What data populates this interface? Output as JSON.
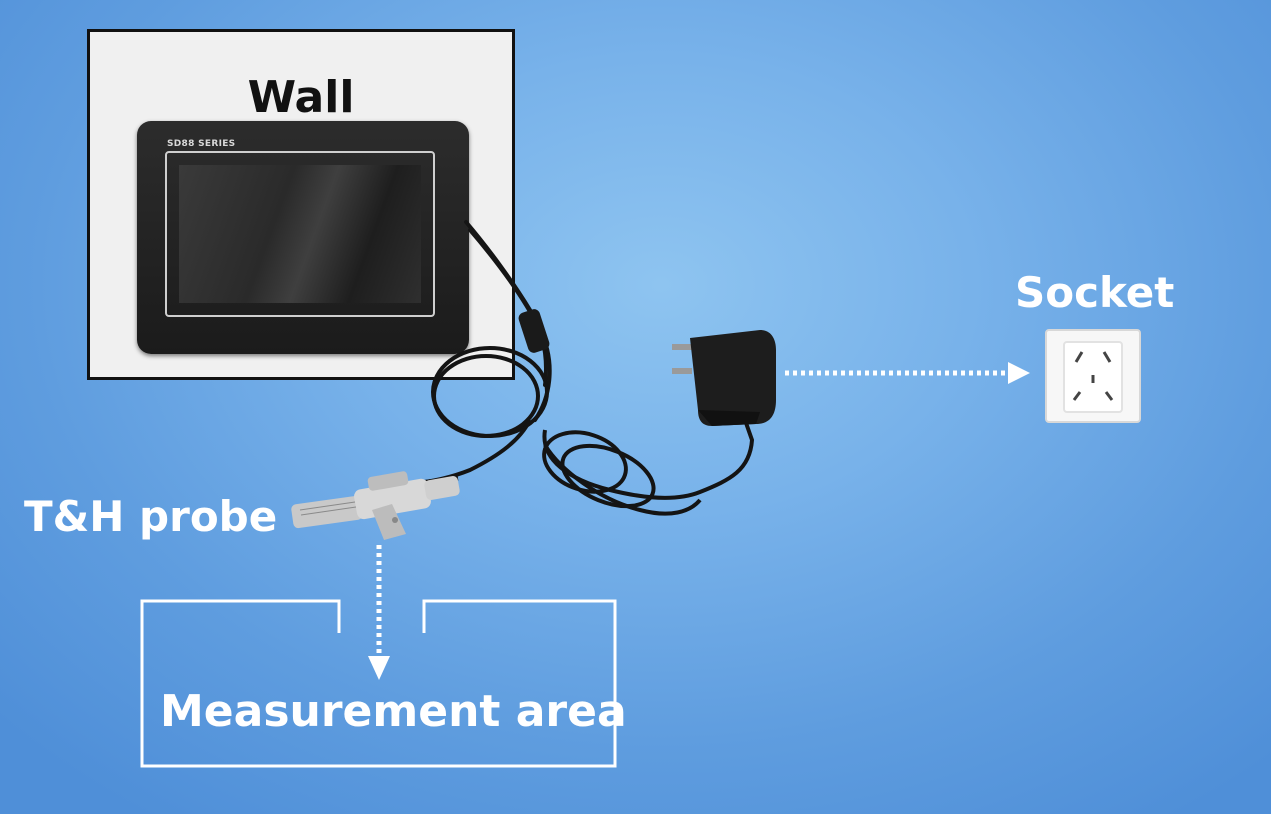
{
  "wall": {
    "label": "Wall"
  },
  "device": {
    "series_label": "SD88 SERIES"
  },
  "socket": {
    "label": "Socket"
  },
  "probe": {
    "label": "T&H probe"
  },
  "measurement_area": {
    "label": "Measurement area"
  },
  "colors": {
    "background": "#6fa9e6",
    "wall_panel": "#f0f0f0",
    "device_body": "#222222",
    "text": "#ffffff",
    "arrows": "#ffffff"
  }
}
